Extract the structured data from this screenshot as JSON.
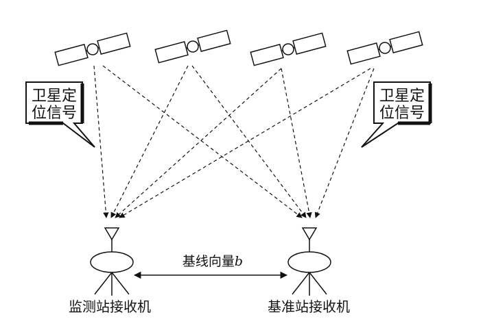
{
  "callouts": {
    "left": {
      "line1": "卫星定",
      "line2": "位信号"
    },
    "right": {
      "line1": "卫星定",
      "line2": "位信号"
    }
  },
  "receivers": {
    "monitor": {
      "label": "监测站接收机"
    },
    "reference": {
      "label": "基准站接收机"
    }
  },
  "baseline": {
    "label": "基线向量",
    "symbol": "b"
  },
  "colors": {
    "line": "#111111",
    "background": "#ffffff"
  }
}
